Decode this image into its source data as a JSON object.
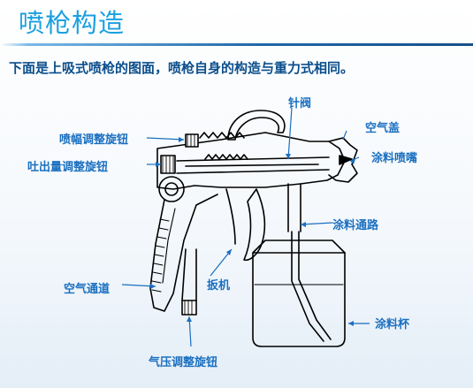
{
  "slide": {
    "title": "喷枪构造",
    "intro": "下面是上吸式喷枪的图面，喷枪自身的构造与重力式相同。"
  },
  "labels": {
    "needle_valve": "针阀",
    "air_cap": "空气盖",
    "fan_knob": "喷幅调整旋钮",
    "fluid_knob": "吐出量调整旋钮",
    "nozzle": "涂料喷嘴",
    "fluid_path": "涂料通路",
    "air_passage": "空气通道",
    "trigger": "扳机",
    "paint_cup": "涂料杯",
    "air_pressure_knob": "气压调整旋钮"
  },
  "colors": {
    "title": "#1aa0e0",
    "text": "#0b4e8b",
    "label": "#1a6fc0",
    "line": "#000000"
  }
}
